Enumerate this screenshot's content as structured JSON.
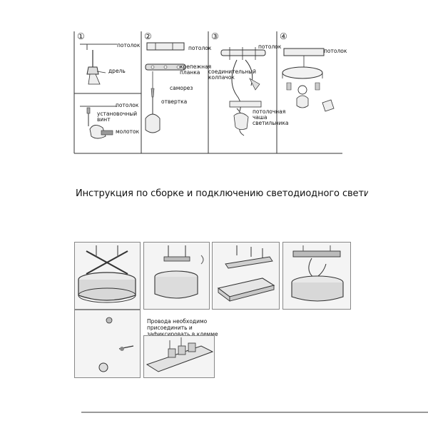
{
  "steps": {
    "s1": {
      "number": "①",
      "labels": {
        "ceiling": "потолок",
        "drill": "дрель",
        "ceiling2": "потолок",
        "screw": "установочный\nвинт",
        "hammer": "молоток"
      }
    },
    "s2": {
      "number": "②",
      "labels": {
        "ceiling": "потолок",
        "bar": "крепежная\nпланка",
        "selftap": "саморез",
        "screwdriver": "отвертка"
      }
    },
    "s3": {
      "number": "③",
      "labels": {
        "ceiling": "потолок",
        "connector": "соединительный\nколпачок",
        "bowl": "потолочная\nчаша\nсветильника"
      }
    },
    "s4": {
      "number": "④",
      "labels": {
        "ceiling": "потолок"
      }
    }
  },
  "title": "Инструкция по сборке и подключению светодиодного светильника",
  "wiring_note": "Провода необходимо\nприсоединить и\nзафиксировать в клемме"
}
